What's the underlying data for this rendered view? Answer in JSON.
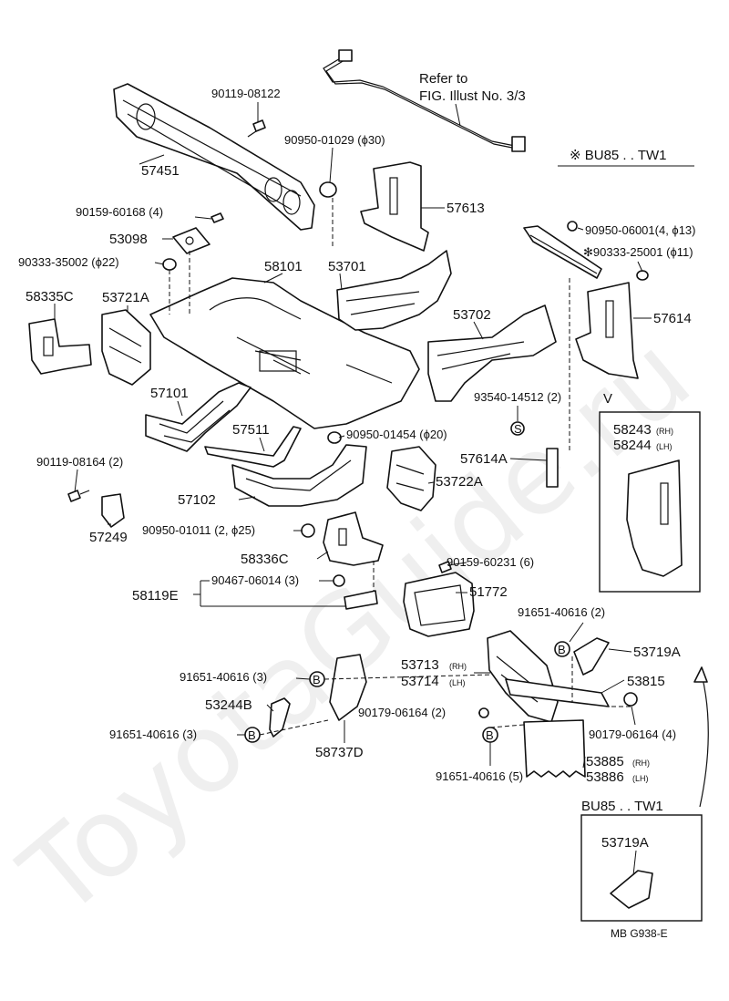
{
  "refer_note_line1": "Refer to",
  "refer_note_line2": "FIG. Illust No. 3/3",
  "variant_top": "※ BU85 . . TW1",
  "variant_bottom": "BU85 . . TW1",
  "inset_marker": "V",
  "figure_code": "MB G938-E",
  "watermark": "ToyotaGuide.ru",
  "labels": {
    "p57451": "57451",
    "p90119_08122": "90119-08122",
    "p90950_01029": "90950-01029 (ϕ30)",
    "p57613": "57613",
    "p90159_60168": "90159-60168 (4)",
    "p53098": "53098",
    "p90333_35002": "90333-35002 (ϕ22)",
    "p58101": "58101",
    "p53701": "53701",
    "p58335C": "58335C",
    "p53721A": "53721A",
    "p90950_06001": "90950-06001(4, ϕ13)",
    "p90333_25001": "✻90333-25001 (ϕ11)",
    "p57614": "57614",
    "p53702": "53702",
    "p93540_14512": "93540-14512 (2)",
    "p57101": "57101",
    "p57511": "57511",
    "p90950_01454": "90950-01454 (ϕ20)",
    "p57614A": "57614A",
    "p90119_08164": "90119-08164  (2)",
    "p53722A": "53722A",
    "p57102": "57102",
    "p57249": "57249",
    "p90950_01011": "90950-01011 (2, ϕ25)",
    "p58336C": "58336C",
    "p90159_60231": "90159-60231 (6)",
    "p51772": "51772",
    "p58119E": "58119E",
    "p90467_06014": "90467-06014 (3)",
    "p58243": "58243",
    "p58243_side": "(RH)",
    "p58244": "58244",
    "p58244_side": "(LH)",
    "p91651_40616_2": "91651-40616 (2)",
    "p53719A": "53719A",
    "p91651_40616_3a": "91651-40616 (3)",
    "p53713": "53713",
    "p53713_side": "(RH)",
    "p53714": "53714",
    "p53714_side": "(LH)",
    "p53815": "53815",
    "p53244B": "53244B",
    "p90179_06164_2": "90179-06164 (2)",
    "p90179_06164_4": "90179-06164 (4)",
    "p91651_40616_3b": "91651-40616 (3)",
    "p58737D": "58737D",
    "p53885": "53885",
    "p53885_side": "(RH)",
    "p53886": "53886",
    "p53886_side": "(LH)",
    "p91651_40616_5": "91651-40616 (5)",
    "p53719A_inset": "53719A"
  },
  "callout_letters": {
    "s": "S",
    "b": "B"
  }
}
